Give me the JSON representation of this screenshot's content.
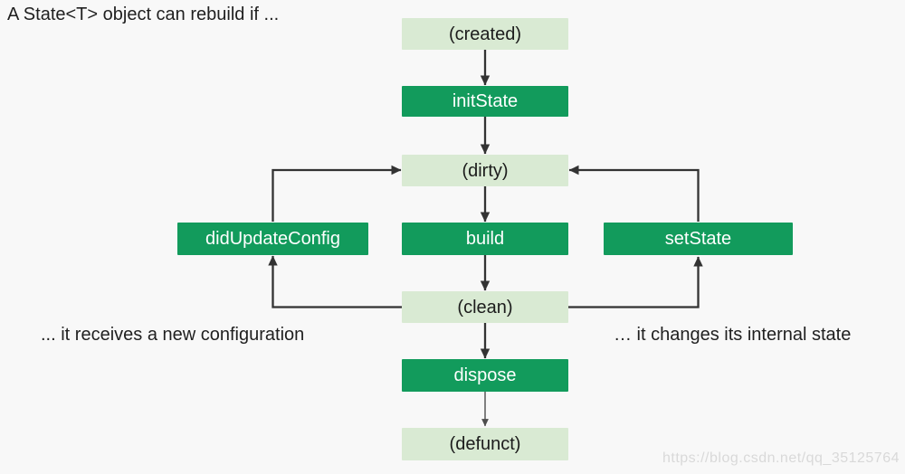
{
  "title": "A State<T> object can rebuild if ...",
  "diagram": {
    "nodes": {
      "created": {
        "label": "(created)",
        "type": "state"
      },
      "initState": {
        "label": "initState",
        "type": "method"
      },
      "dirty": {
        "label": "(dirty)",
        "type": "state"
      },
      "didUpdateConfig": {
        "label": "didUpdateConfig",
        "type": "method"
      },
      "build": {
        "label": "build",
        "type": "method"
      },
      "setState": {
        "label": "setState",
        "type": "method"
      },
      "clean": {
        "label": "(clean)",
        "type": "state"
      },
      "dispose": {
        "label": "dispose",
        "type": "method"
      },
      "defunct": {
        "label": "(defunct)",
        "type": "state"
      }
    },
    "edges": [
      "created -> initState",
      "initState -> dirty",
      "dirty -> build",
      "build -> clean",
      "clean -> dispose",
      "dispose -> defunct",
      "didUpdateConfig -> dirty",
      "clean -> didUpdateConfig",
      "setState -> dirty",
      "clean -> setState"
    ],
    "captions": {
      "left": "... it receives a new configuration",
      "right": "… it changes its internal state"
    },
    "colors": {
      "method_fill": "#129b5c",
      "state_fill": "#d9ead3",
      "arrow": "#333333",
      "arrow_thin": "#4d4d4d",
      "method_text": "#ffffff",
      "state_text": "#1c1c1c"
    }
  },
  "watermark": {
    "text": "https://blog.csdn.net/qq_35125764"
  }
}
